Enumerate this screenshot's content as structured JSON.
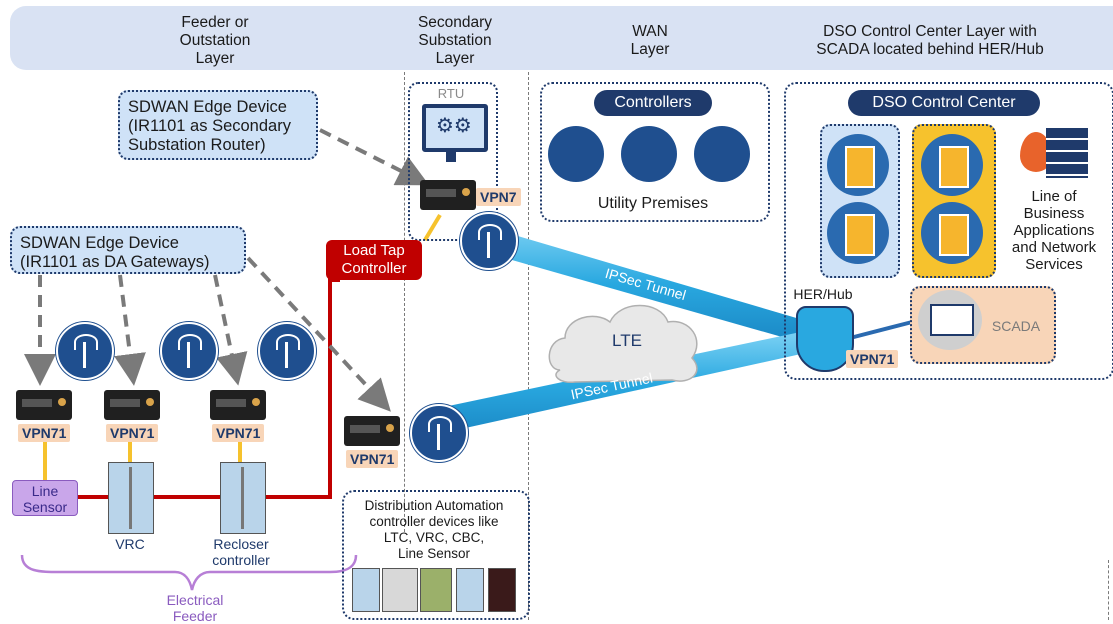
{
  "header": {
    "col1": "Feeder or\nOutstation\nLayer",
    "col2": "Secondary\nSubstation\nLayer",
    "col3": "WAN\nLayer",
    "col4": "DSO Control Center Layer with\nSCADA located behind HER/Hub"
  },
  "callouts": {
    "secondary_router": "SDWAN Edge Device\n(IR1101 as Secondary\nSubstation Router)",
    "da_gateways": "SDWAN Edge Device\n(IR1101 as DA Gateways)"
  },
  "rtu_label": "RTU",
  "vpn": {
    "substation": "VPN7",
    "feeder1": "VPN71",
    "feeder2": "VPN71",
    "feeder3": "VPN71",
    "lower": "VPN71",
    "hub": "VPN71"
  },
  "load_tap": "Load Tap\nController",
  "controllers": {
    "pill": "Controllers",
    "caption": "Utility Premises"
  },
  "tunnels": {
    "upper": "IPSec Tunnel",
    "lower": "IPSec Tunnel"
  },
  "lte": "LTE",
  "hub": "HER/Hub",
  "dso": {
    "pill": "DSO Control Center",
    "lob": "Line of\nBusiness\nApplications\nand Network\nServices",
    "scada": "SCADA"
  },
  "feeder_devices": {
    "line_sensor": "Line\nSensor",
    "vrc": "VRC",
    "recloser": "Recloser\ncontroller",
    "electrical_feeder": "Electrical\nFeeder"
  },
  "da_box": "Distribution Automation\ncontroller devices like\nLTC, VRC, CBC,\nLine Sensor",
  "colors": {
    "header_band": "#d9e2f3",
    "navy": "#1f3a6b",
    "tunnel": "#29a8e0",
    "feeder_line": "#c00000",
    "vpn_tag": "#f8d5b8",
    "callout": "#cfe2f7"
  }
}
